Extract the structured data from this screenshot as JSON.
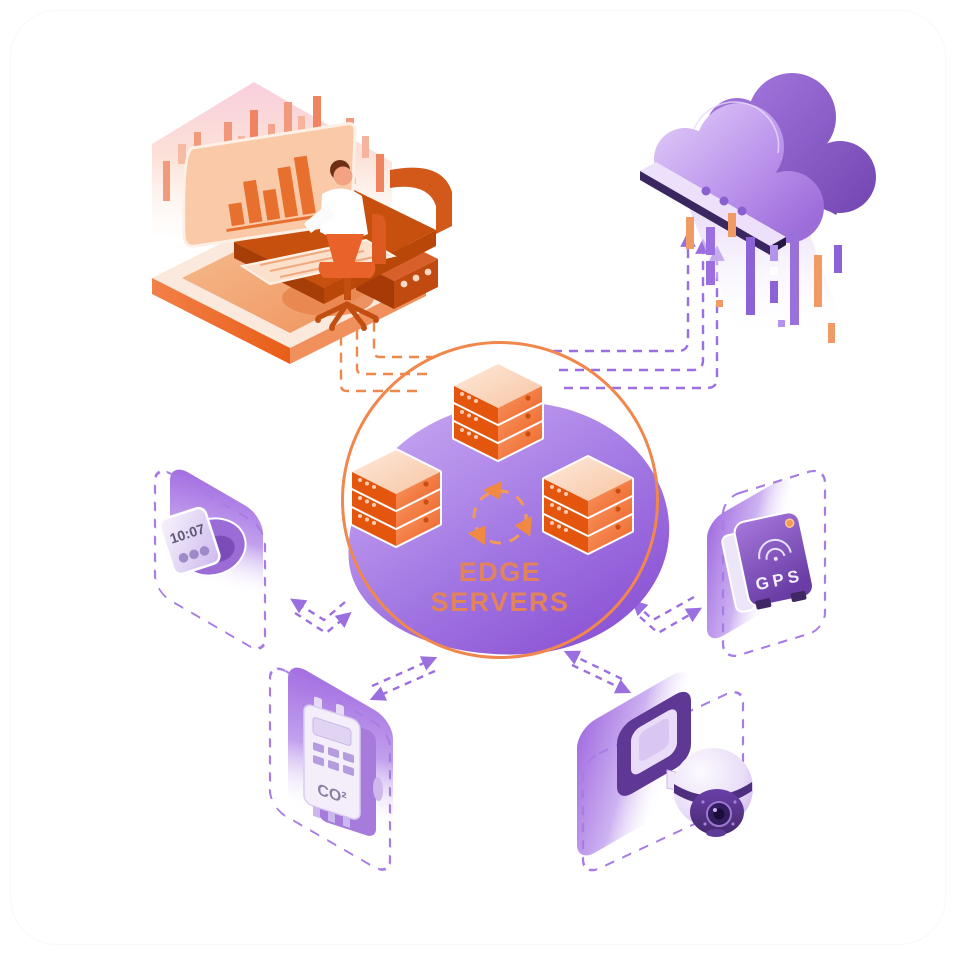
{
  "hub": {
    "label": {
      "line1": "EDGE",
      "line2": "SERVERS"
    },
    "icons": {
      "servers": "server-stack-icon",
      "sync": "sync-rotation-icon"
    },
    "colors": {
      "ring": "#f0884e",
      "label": "#e3835c",
      "blob_top": "#cbabf2",
      "blob_bottom": "#8a50d2",
      "server_dark": "#e4560e",
      "server_light": "#fde9db"
    }
  },
  "nodes": {
    "workstation": {
      "icon": "analyst-workstation-illustration"
    },
    "cloud": {
      "icon": "cloud-storage-illustration"
    },
    "smartwatch": {
      "icon": "smartwatch-illustration",
      "screen_time": "10:07"
    },
    "gps_tracker": {
      "icon": "gps-tracker-illustration",
      "label": "GPS"
    },
    "co2_sensor": {
      "icon": "co2-sensor-illustration",
      "label": "CO²"
    },
    "security_camera": {
      "icon": "security-camera-illustration"
    }
  },
  "connectors": {
    "orange": "#f0874d",
    "purple": "#9b6fe0",
    "style": "dashed"
  }
}
